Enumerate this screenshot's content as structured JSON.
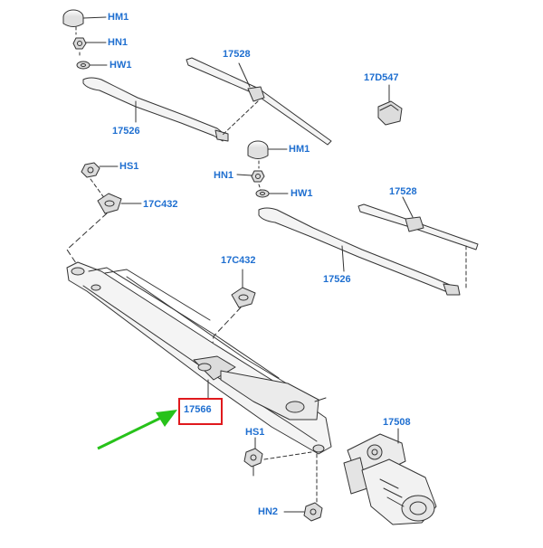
{
  "labels": {
    "hm1_top": "HM1",
    "hn1_top": "HN1",
    "hw1_top": "HW1",
    "p17528_top": "17528",
    "p17d547": "17D547",
    "p17526_top": "17526",
    "hm1_mid": "HM1",
    "hn1_mid": "HN1",
    "hw1_mid": "HW1",
    "hs1_top": "HS1",
    "p17c432_top": "17C432",
    "p17528_right": "17528",
    "p17c432_mid": "17C432",
    "p17526_mid": "17526",
    "p17566": "17566",
    "p17508": "17508",
    "hs1_bottom": "HS1",
    "hn2": "HN2"
  },
  "colors": {
    "label": "#1f6fd0",
    "highlight": "#e0191d",
    "arrow": "#27c21a",
    "line": "#333333",
    "part_fill": "#f4f4f4"
  },
  "highlighted_part": "17566"
}
